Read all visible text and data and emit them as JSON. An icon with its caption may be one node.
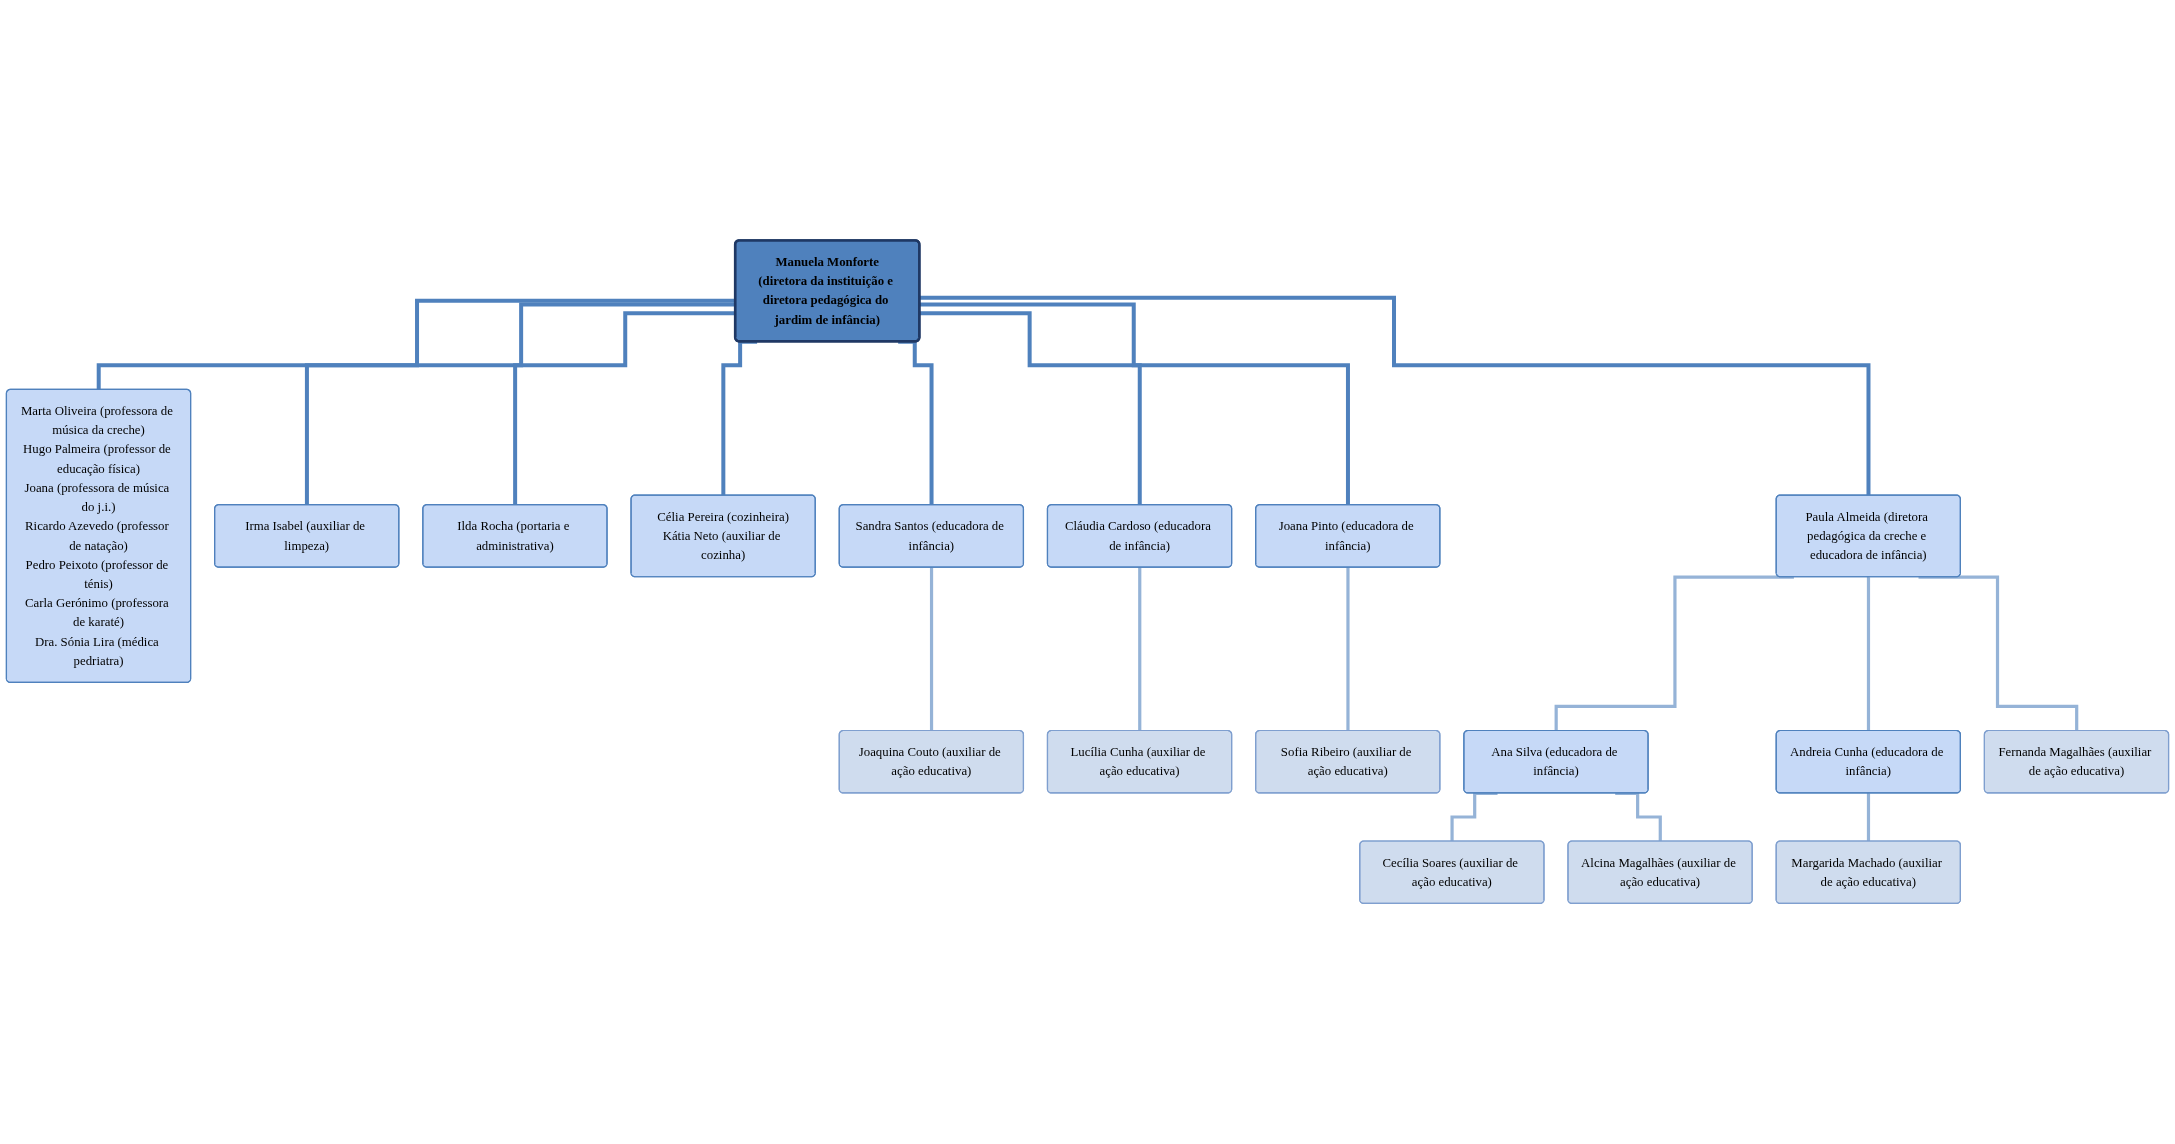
{
  "diagram": {
    "nodes": [
      {
        "text": [
          "Manuela Monforte",
          "(diretora da instituição e diretora pedagógica do jardim de infância)"
        ]
      },
      {
        "text": [
          "Marta Oliveira (professora de música da creche)",
          "Hugo Palmeira (professor de educação física)",
          "Joana (professora de música do j.i.)",
          "Ricardo Azevedo (professor de natação)",
          "Pedro Peixoto (professor de ténis)",
          "Carla Gerónimo (professora de karaté)",
          "Dra. Sónia Lira (médica pedriatra)"
        ]
      },
      {
        "text": [
          "Irma Isabel (auxiliar de limpeza)"
        ]
      },
      {
        "text": [
          "Ilda Rocha (portaria e administrativa)"
        ]
      },
      {
        "text": [
          "Célia Pereira (cozinheira)",
          "Kátia Neto (auxiliar de cozinha)"
        ]
      },
      {
        "text": [
          "Paula Almeida (diretora pedagógica da creche e educadora de infância)"
        ]
      },
      {
        "text": [
          "Sandra Santos (educadora de infância)"
        ]
      },
      {
        "text": [
          "Cláudia Cardoso (educadora de infância)"
        ]
      },
      {
        "text": [
          "Joana Pinto (educadora de infância)"
        ]
      },
      {
        "text": [
          "Ana Silva (educadora de infância)"
        ]
      },
      {
        "text": [
          "Andreia Cunha (educadora de infância)"
        ]
      },
      {
        "text": [
          "Joaquina Couto (auxiliar de ação educativa)"
        ]
      },
      {
        "text": [
          "Lucília Cunha (auxiliar de ação educativa)"
        ]
      },
      {
        "text": [
          "Sofia Ribeiro (auxiliar de ação educativa)"
        ]
      },
      {
        "text": [
          "Margarida Machado (auxiliar de ação educativa)"
        ]
      },
      {
        "text": [
          "Cecília Soares (auxiliar de ação educativa)"
        ]
      },
      {
        "text": [
          "Alcina Magalhães (auxiliar de ação educativa)"
        ]
      },
      {
        "text": [
          "Fernanda Magalhães (auxiliar de ação educativa)"
        ]
      }
    ],
    "edges": [
      {
        "from": 0,
        "to": 1,
        "arrow": "none",
        "color": "#4f81bd"
      },
      {
        "from": 0,
        "to": 2,
        "arrow": "none",
        "color": "#4f81bd"
      },
      {
        "from": 0,
        "to": 3,
        "arrow": "none",
        "color": "#4f81bd"
      },
      {
        "from": 0,
        "to": 4,
        "arrow": "none",
        "color": "#4f81bd"
      },
      {
        "from": 0,
        "to": 6,
        "arrow": "none",
        "color": "#4f81bd"
      },
      {
        "from": 0,
        "to": 7,
        "arrow": "none",
        "color": "#4f81bd"
      },
      {
        "from": 0,
        "to": 8,
        "arrow": "none",
        "color": "#4f81bd"
      },
      {
        "from": 0,
        "to": 5,
        "arrow": "none",
        "color": "#4f81bd"
      },
      {
        "from": 6,
        "to": 11,
        "arrow": "none"
      },
      {
        "from": 7,
        "to": 12,
        "arrow": "none"
      },
      {
        "from": 8,
        "to": 13,
        "arrow": "none"
      },
      {
        "from": 5,
        "to": 9,
        "arrow": "none"
      },
      {
        "from": 5,
        "to": 10,
        "arrow": "none"
      },
      {
        "from": 5,
        "to": 17,
        "arrow": "none"
      },
      {
        "from": 9,
        "to": 15,
        "arrow": "none"
      },
      {
        "from": 9,
        "to": 16,
        "arrow": "none"
      },
      {
        "from": 10,
        "to": 14,
        "arrow": "none"
      }
    ]
  }
}
